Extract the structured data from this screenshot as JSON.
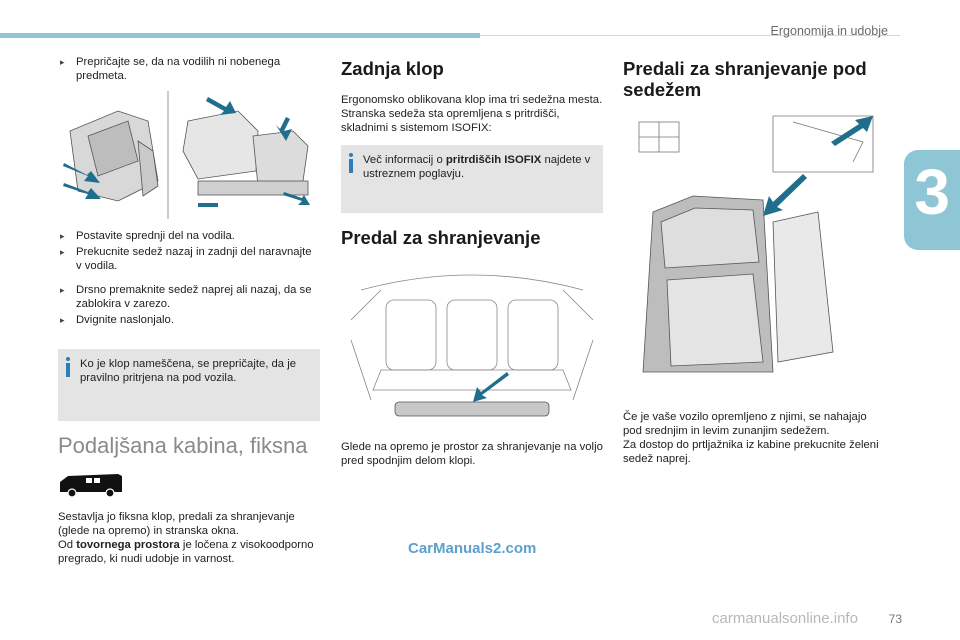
{
  "header": {
    "title": "Ergonomija in udobje",
    "chapter": "3"
  },
  "col1": {
    "bullets_a": [
      "Prepričajte se, da na vodilih ni nobenega predmeta."
    ],
    "bullets_b": [
      "Postavite sprednji del na vodila.",
      "Prekucnite sedež nazaj in zadnji del naravnajte v vodila."
    ],
    "bullets_c": [
      "Drsno premaknite sedež naprej ali nazaj, da se zablokira v zarezo.",
      "Dvignite naslonjalo."
    ],
    "note": "Ko je klop nameščena, se prepričajte, da je pravilno pritrjena na pod vozila.",
    "cabin_heading": "Podaljšana kabina, fiksna",
    "cabin_text_1": "Sestavlja jo fiksna klop, predali za shranjevanje (glede na opremo) in stranska okna.",
    "cabin_text_2_prefix": "Od ",
    "cabin_text_2_bold": "tovornega prostora",
    "cabin_text_2_suffix": " je ločena z visokoodporno pregrado, ki nudi udobje in varnost."
  },
  "col2": {
    "heading": "Zadnja klop",
    "text_1": "Ergonomsko oblikovana klop ima tri sedežna mesta.",
    "text_2": "Stranska sedeža sta opremljena s pritrdišči, skladnimi s sistemom ISOFIX:",
    "note_prefix": "Več informacij o ",
    "note_bold": "pritrdiščih ISOFIX",
    "note_suffix": " najdete v ustreznem poglavju.",
    "heading_2": "Predal za shranjevanje",
    "text_3": "Glede na opremo je prostor za shranjevanje na voljo pred spodnjim delom klopi."
  },
  "col3": {
    "heading": "Predali za shranjevanje pod sedežem",
    "text_1": "Če je vaše vozilo opremljeno z njimi, se nahajajo pod srednjim in levim zunanjim sedežem.",
    "text_2": "Za dostop do prtljažnika iz kabine prekucnite želeni sedež naprej."
  },
  "footer": {
    "page": "73",
    "watermark_1": "CarManuals2.com",
    "watermark_2": "carmanualsonline.info"
  },
  "colors": {
    "accent": "#8fc6d6",
    "arrow": "#1f6e8c",
    "note_bg": "#e4e4e4"
  }
}
